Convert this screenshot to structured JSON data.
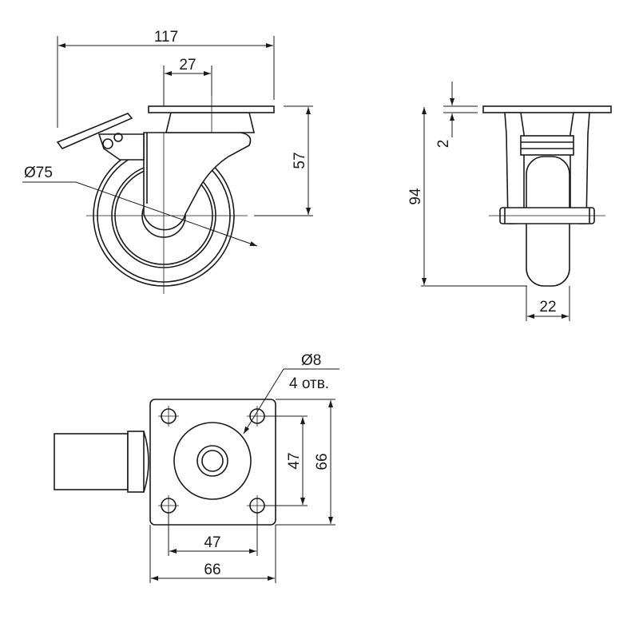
{
  "drawing": {
    "side_view": {
      "overall_width": "117",
      "plate_offset": "27",
      "wheel_diameter": "Ø75",
      "plate_to_axle": "57"
    },
    "front_view": {
      "plate_thickness": "2",
      "total_height": "94",
      "wheel_width": "22"
    },
    "top_view": {
      "hole_diameter": "Ø8",
      "hole_count": "4 отв.",
      "hole_spacing_vertical": "47",
      "plate_size_vertical": "66",
      "hole_spacing_horizontal": "47",
      "plate_size_horizontal": "66"
    }
  }
}
